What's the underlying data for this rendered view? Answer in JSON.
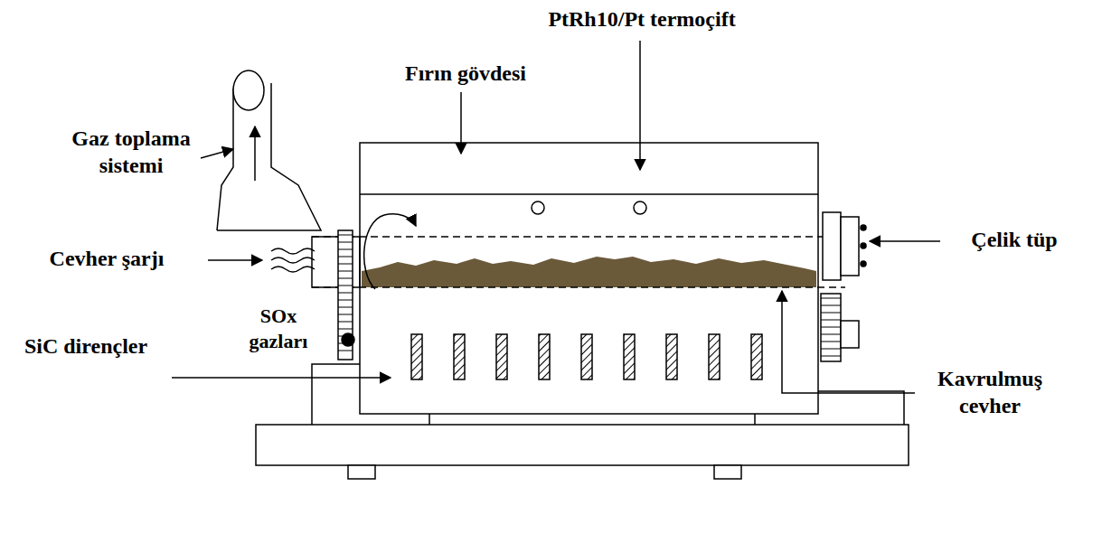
{
  "diagram": {
    "labels": [
      "PtRh10/Pt termoçift",
      "Fırın gövdesi",
      "Gaz toplama sistemi",
      "Çelik tüp",
      "Cevher şarjı",
      "SOx gazları",
      "SiC dirençler",
      "Kavrulmuş cevher"
    ]
  }
}
